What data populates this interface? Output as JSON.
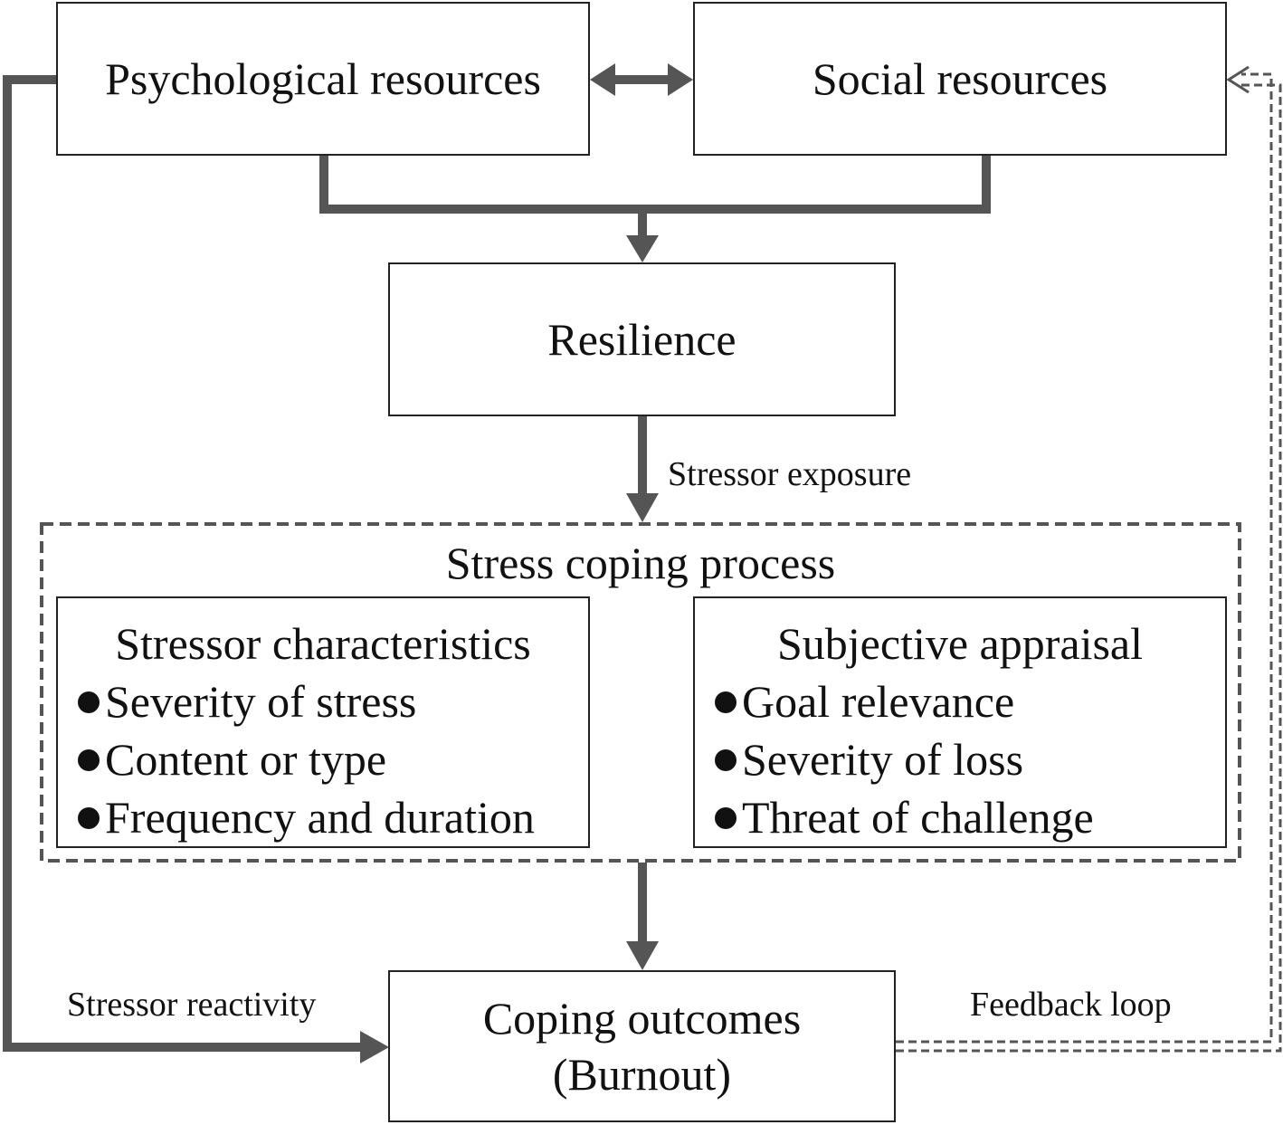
{
  "nodes": {
    "psychological_resources": "Psychological resources",
    "social_resources": "Social resources",
    "resilience": "Resilience",
    "coping_outcomes": [
      "Coping outcomes",
      "(Burnout)"
    ]
  },
  "edge_labels": {
    "stressor_exposure": "Stressor exposure",
    "stressor_reactivity": "Stressor reactivity",
    "feedback_loop": "Feedback loop"
  },
  "process": {
    "title": "Stress coping process",
    "stressor_characteristics": {
      "title": "Stressor characteristics",
      "items": [
        "Severity of stress",
        "Content or type",
        "Frequency and duration"
      ]
    },
    "subjective_appraisal": {
      "title": "Subjective appraisal",
      "items": [
        "Goal relevance",
        "Severity of loss",
        "Threat of challenge"
      ]
    }
  },
  "colors": {
    "connector": "#555555",
    "border": "#222222"
  }
}
